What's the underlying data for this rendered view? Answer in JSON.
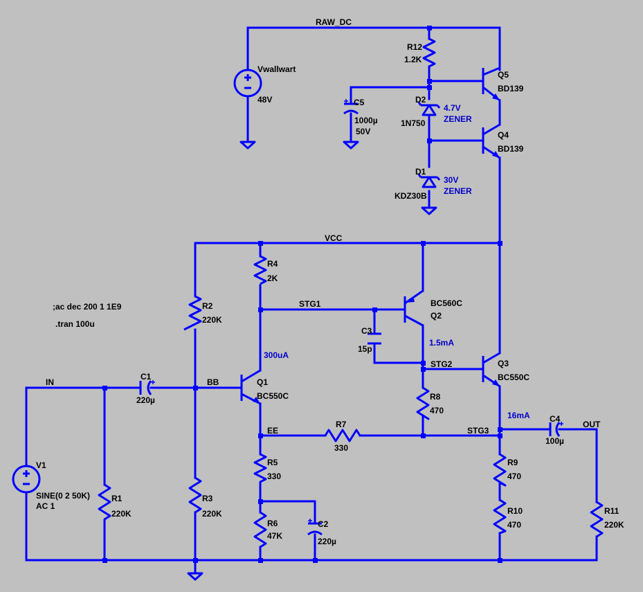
{
  "nets": {
    "raw_dc": "RAW_DC",
    "vcc": "VCC",
    "in": "IN",
    "bb": "BB",
    "ee": "EE",
    "stg1": "STG1",
    "stg2": "STG2",
    "stg3": "STG3",
    "out": "OUT"
  },
  "sources": {
    "vwallwart": {
      "name": "Vwallwart",
      "value": "48V"
    },
    "v1": {
      "name": "V1",
      "value": "SINE(0 2 50K)",
      "ac": "AC 1"
    }
  },
  "resistors": {
    "r1": {
      "name": "R1",
      "value": "220K"
    },
    "r2": {
      "name": "R2",
      "value": "220K"
    },
    "r3": {
      "name": "R3",
      "value": "220K"
    },
    "r4": {
      "name": "R4",
      "value": "2K"
    },
    "r5": {
      "name": "R5",
      "value": "330"
    },
    "r6": {
      "name": "R6",
      "value": "47K"
    },
    "r7": {
      "name": "R7",
      "value": "330"
    },
    "r8": {
      "name": "R8",
      "value": "470"
    },
    "r9": {
      "name": "R9",
      "value": "470"
    },
    "r10": {
      "name": "R10",
      "value": "470"
    },
    "r11": {
      "name": "R11",
      "value": "220K"
    },
    "r12": {
      "name": "R12",
      "value": "1.2K"
    }
  },
  "capacitors": {
    "c1": {
      "name": "C1",
      "value": "220µ"
    },
    "c2": {
      "name": "C2",
      "value": "220µ"
    },
    "c3": {
      "name": "C3",
      "value": "15p"
    },
    "c4": {
      "name": "C4",
      "value": "100µ"
    },
    "c5": {
      "name": "C5",
      "value": "1000µ",
      "voltage": "50V"
    }
  },
  "diodes": {
    "d1": {
      "name": "D1",
      "model": "KDZ30B",
      "note_1": "30V",
      "note_2": "ZENER"
    },
    "d2": {
      "name": "D2",
      "model": "1N750",
      "note_1": "4.7V",
      "note_2": "ZENER"
    }
  },
  "transistors": {
    "q1": {
      "name": "Q1",
      "model": "BC550C"
    },
    "q2": {
      "name": "Q2",
      "model": "BC560C"
    },
    "q3": {
      "name": "Q3",
      "model": "BC550C"
    },
    "q4": {
      "name": "Q4",
      "model": "BD139"
    },
    "q5": {
      "name": "Q5",
      "model": "BD139"
    }
  },
  "annotations": {
    "i_q1": "300uA",
    "i_q2": "1.5mA",
    "i_q3": "16mA"
  },
  "directives": {
    "ac": ";ac dec 200 1 1E9",
    "tran": ".tran 100u"
  },
  "colors": {
    "background": "#c0c0c0",
    "wire": "#0000ff",
    "label": "#000000",
    "note": "#0000cc"
  }
}
